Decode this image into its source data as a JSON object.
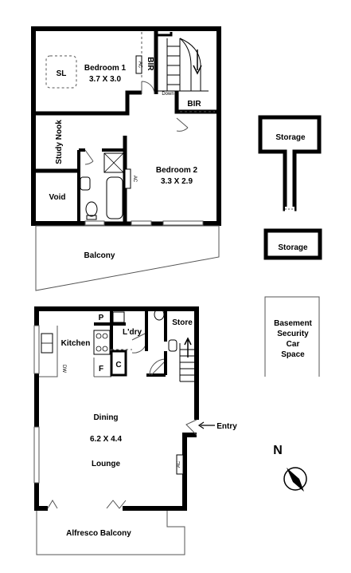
{
  "upper": {
    "bedroom1": {
      "name": "Bedroom 1",
      "size": "3.7 X 3.0"
    },
    "skylight": "SL",
    "bir1": "BIR",
    "ac1": "AC",
    "stair_down": "Down",
    "bir2": "BIR",
    "study": "Study Nook",
    "bedroom2": {
      "name": "Bedroom 2",
      "size": "3.3 X 2.9"
    },
    "ac2": "AC",
    "void": "Void",
    "balcony": "Balcony"
  },
  "storage": {
    "top": "Storage",
    "bottom": "Storage"
  },
  "basement": {
    "line1": "Basement",
    "line2": "Security",
    "line3": "Car",
    "line4": "Space"
  },
  "lower": {
    "pantry": "P",
    "kitchen": "Kitchen",
    "dw": "DW",
    "fridge": "F",
    "cupboard": "C",
    "laundry": "L'dry",
    "store": "Store",
    "dining": "Dining",
    "size": "6.2 X 4.4",
    "lounge": "Lounge",
    "ac": "AC",
    "entry": "Entry",
    "alfresco": "Alfresco Balcony"
  },
  "compass": {
    "label": "N"
  },
  "colors": {
    "wall": "#000000",
    "door": "#555555",
    "bg": "#ffffff"
  }
}
